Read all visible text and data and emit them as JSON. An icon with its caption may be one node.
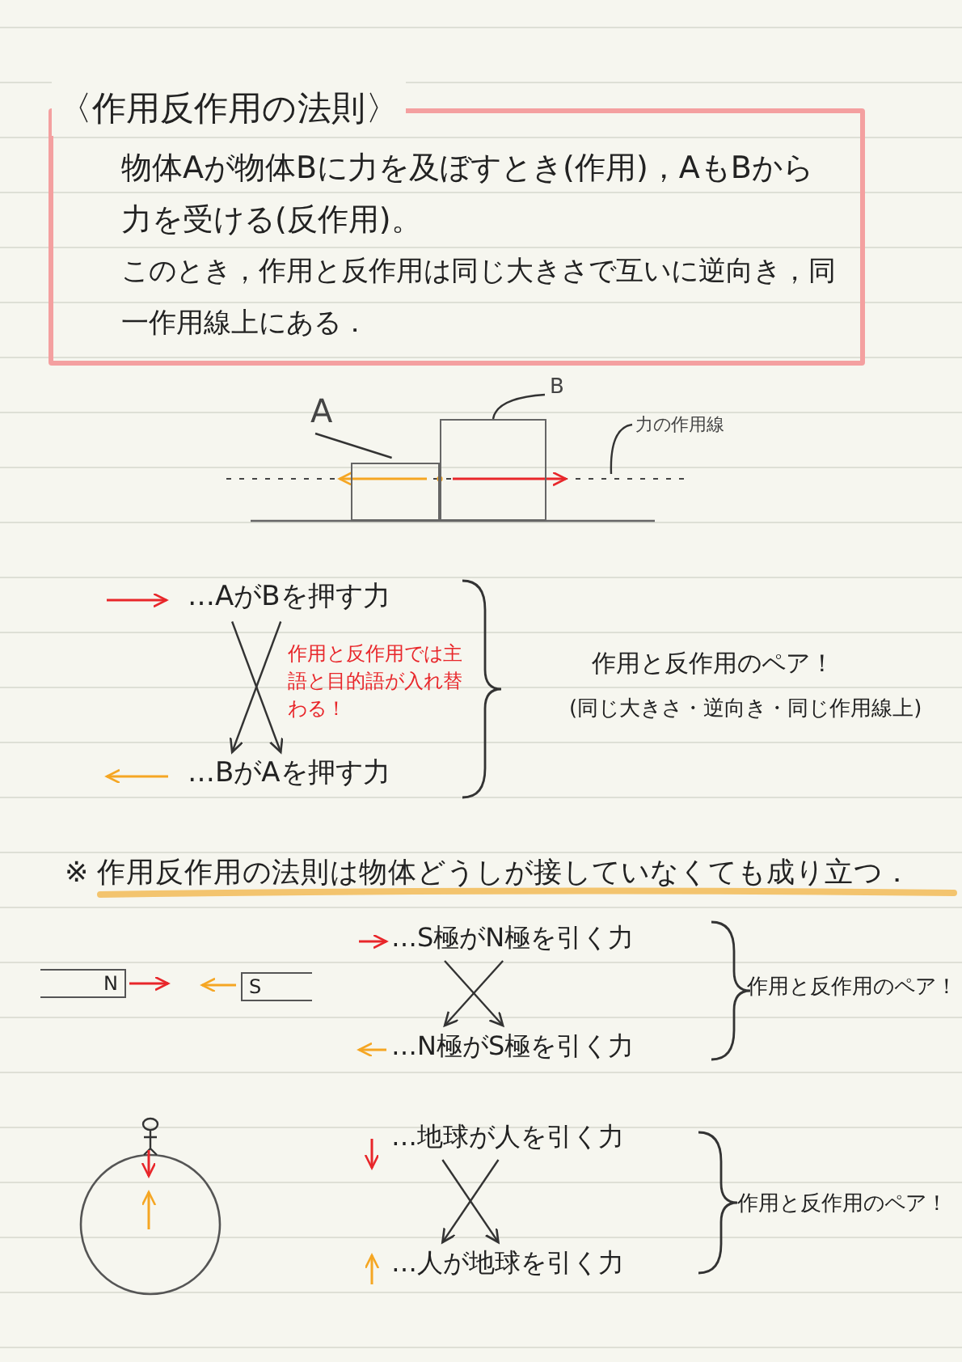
{
  "diagram": {
    "title": "〈作用反作用の法則〉",
    "nodes": [
      {
        "text": [
          "物体Aが物体Bに力を及ぼすとき(作用)，AもBから力を受ける(反作用)。",
          "このとき，作用と反作用は同じ大きさで互いに逆向き，同一作用線上にある．"
        ]
      },
      {
        "text": [],
        "shape": "box"
      },
      {
        "text": [],
        "shape": "box"
      },
      {
        "text": [
          "A"
        ]
      },
      {
        "text": [
          "B"
        ]
      },
      {
        "text": [
          "力の作用線"
        ]
      },
      {
        "text": [
          "…AがBを押す力"
        ]
      },
      {
        "text": [
          "…BがAを押す力"
        ]
      },
      {
        "text": [
          "N"
        ]
      },
      {
        "text": [
          "S"
        ]
      },
      {
        "text": [
          "…S極がN極を引く力"
        ]
      },
      {
        "text": [
          "…N極がS極を引く力"
        ]
      },
      {
        "text": [
          "…地球が人を引く力"
        ]
      },
      {
        "text": [
          "…人が地球を引く力"
        ]
      }
    ],
    "edges": [
      {
        "from": 3,
        "to": 1,
        "arrow": "none"
      },
      {
        "from": 4,
        "to": 2,
        "arrow": "none"
      },
      {
        "from": 5,
        "to": null,
        "arrow": "none"
      },
      {
        "from": 6,
        "to": 7,
        "arrow": "to"
      },
      {
        "from": 6,
        "to": 7,
        "arrow": "to"
      },
      {
        "from": 10,
        "to": 11,
        "arrow": "to"
      },
      {
        "from": 10,
        "to": 11,
        "arrow": "to"
      },
      {
        "from": 12,
        "to": 13,
        "arrow": "to"
      },
      {
        "from": 12,
        "to": 13,
        "arrow": "to"
      }
    ],
    "labels": [
      "作用と反作用では主語と目的語が入れ替わる！",
      "作用と反作用のペア！",
      "(同じ大きさ・逆向き・同じ作用線上)",
      "※ 作用反作用の法則は物体どうしが接していなくても成り立つ．",
      "作用と反作用のペア！",
      "作用と反作用のペア！"
    ]
  }
}
